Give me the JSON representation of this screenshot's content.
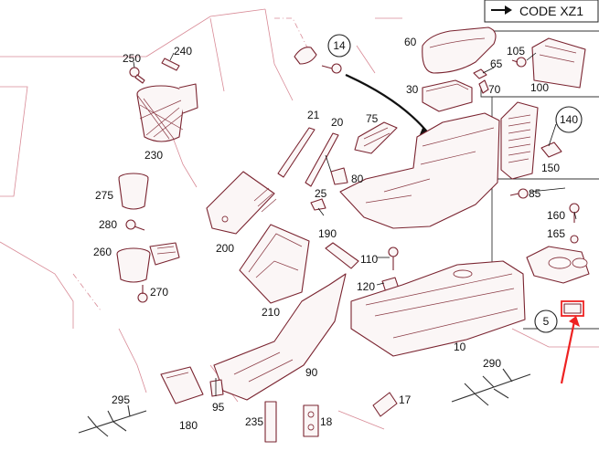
{
  "code_box": {
    "label": "CODE XZ1"
  },
  "part_numbers": [
    "250",
    "240",
    "14",
    "60",
    "105",
    "65",
    "70",
    "100",
    "30",
    "230",
    "21",
    "20",
    "75",
    "140",
    "150",
    "80",
    "85",
    "25",
    "275",
    "160",
    "280",
    "165",
    "260",
    "200",
    "190",
    "110",
    "120",
    "270",
    "5",
    "210",
    "10",
    "90",
    "290",
    "295",
    "95",
    "180",
    "235",
    "18",
    "17"
  ],
  "callouts": [
    "14",
    "140",
    "5"
  ],
  "colors": {
    "line": "#7a2430",
    "background_lines": "#d88a96",
    "highlight": "#ee2222"
  }
}
